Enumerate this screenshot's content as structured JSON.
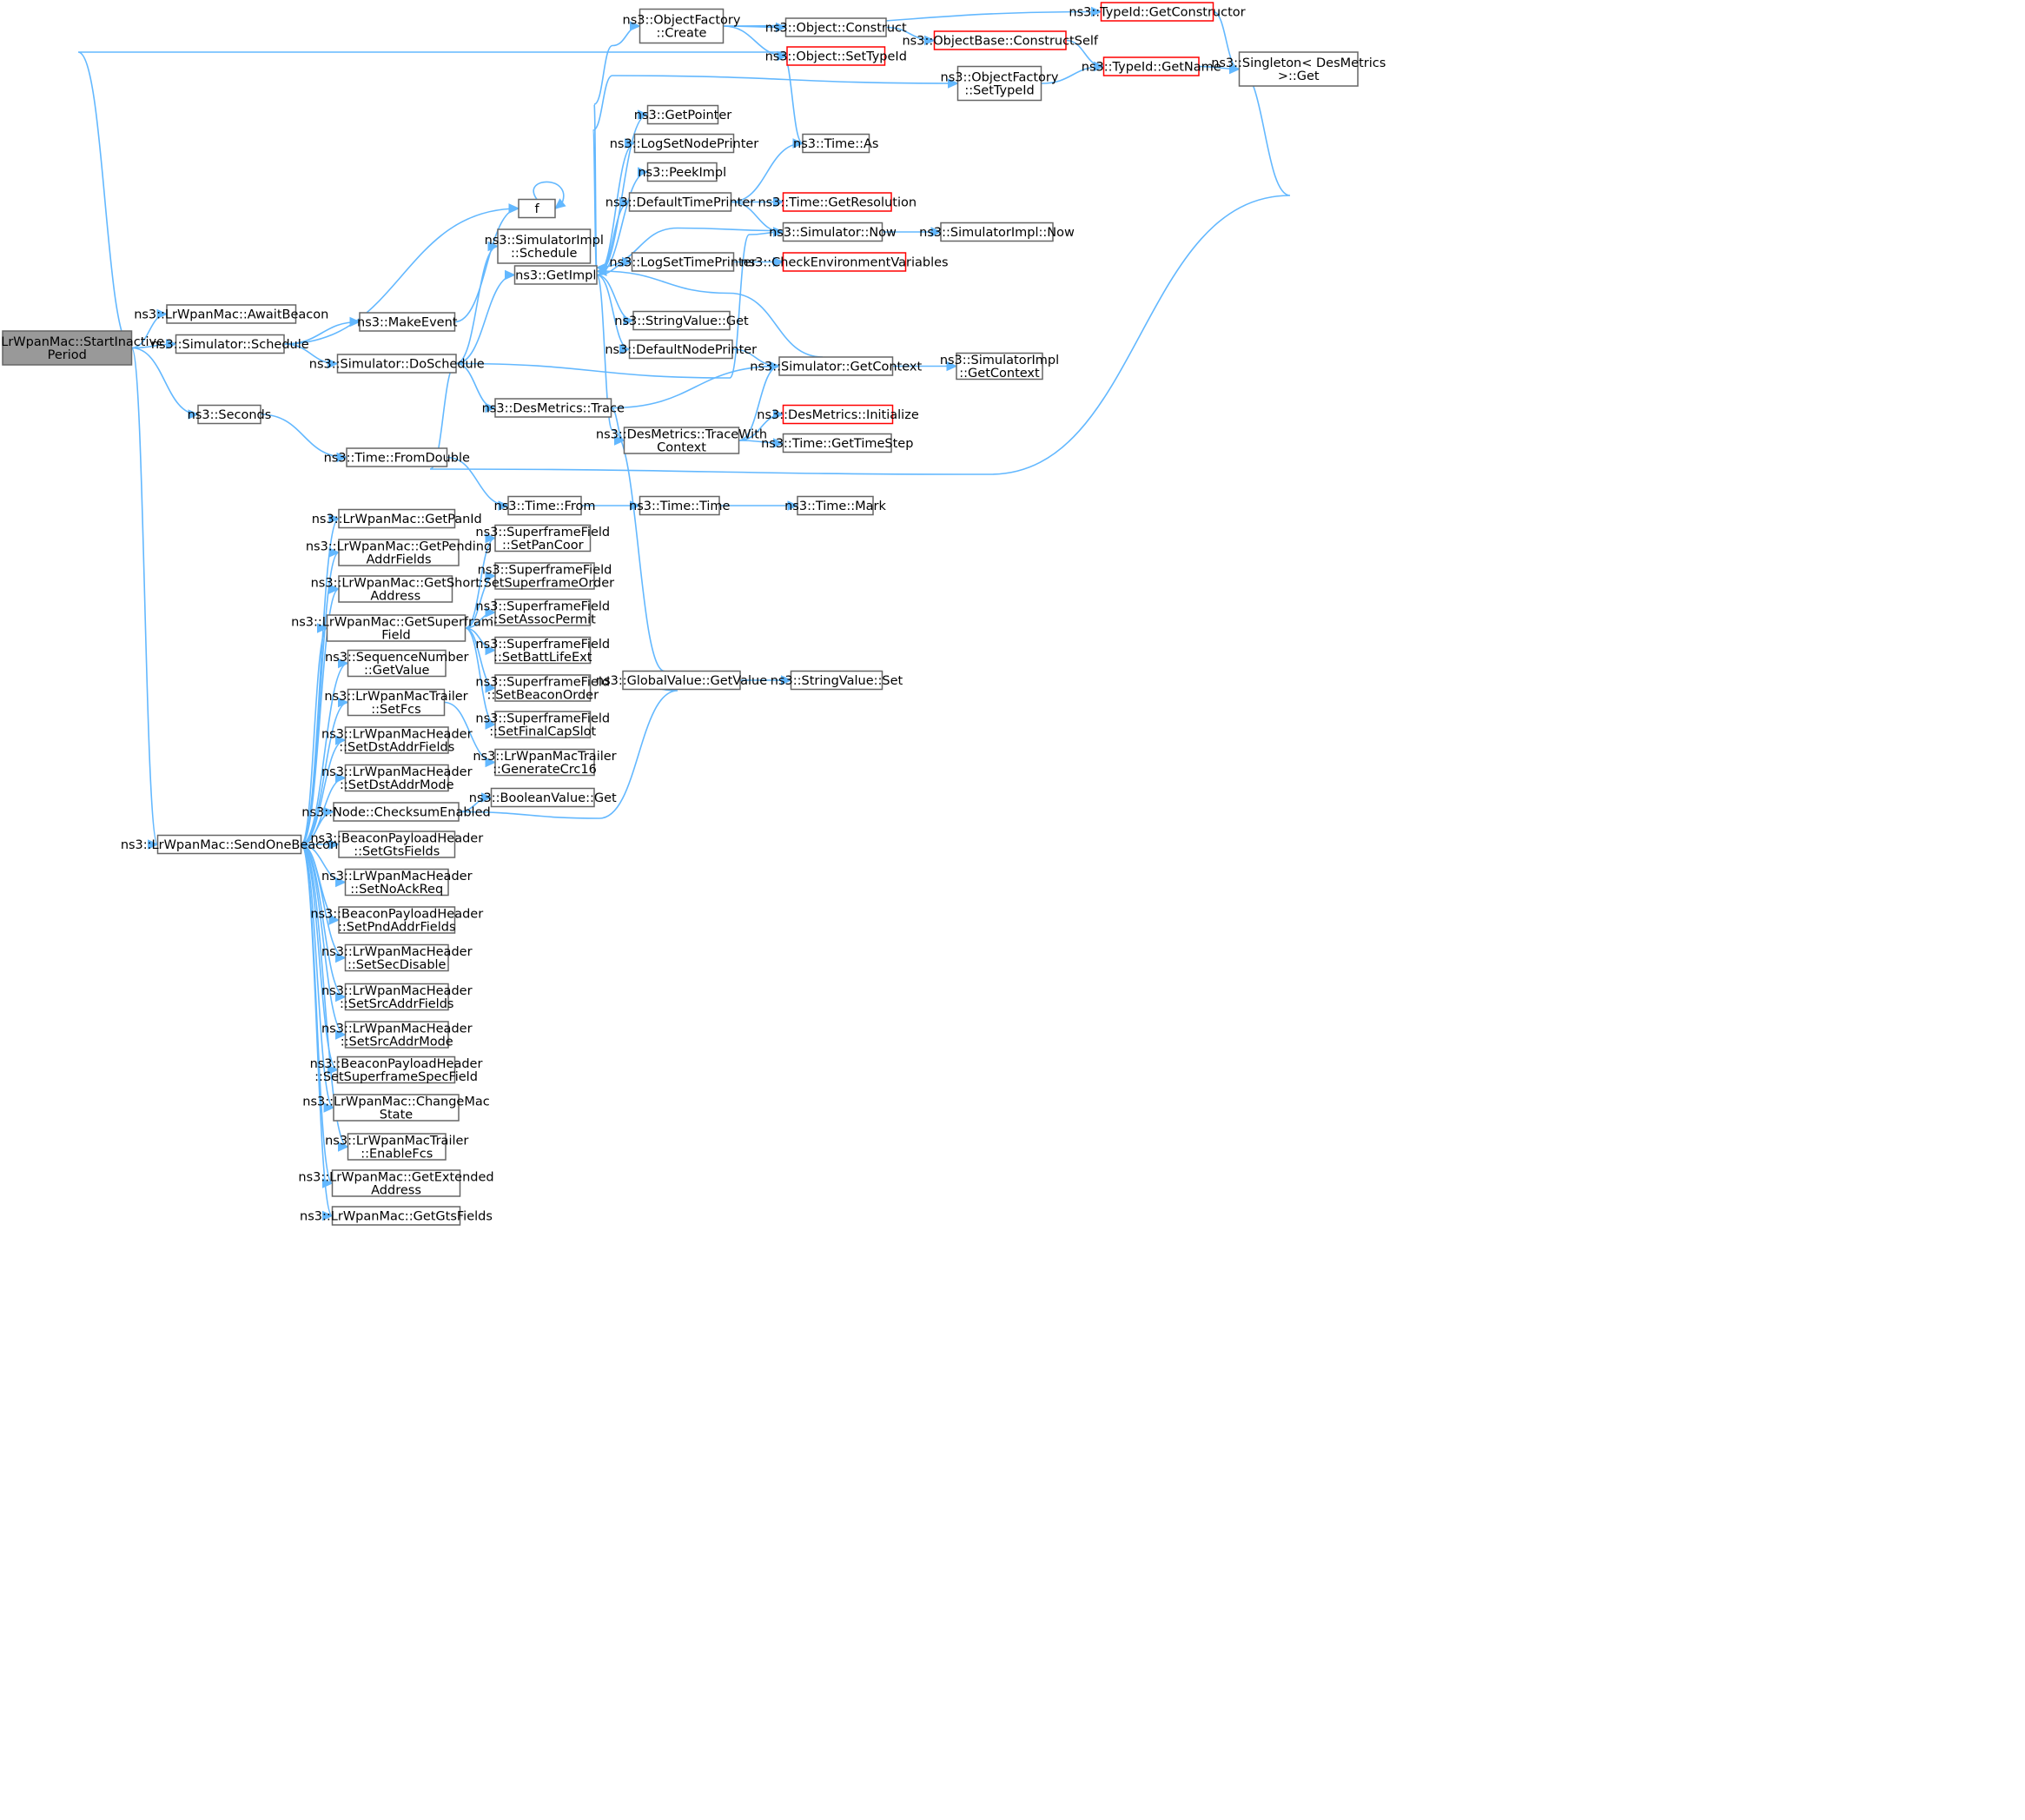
{
  "diagram": {
    "type": "call-graph",
    "colors": {
      "edge": "#63b8ff",
      "node_border": "#666666",
      "truncated_border": "#ff0000",
      "root_fill": "#999999",
      "node_fill": "#ffffff"
    },
    "nodes": [
      {
        "id": "root",
        "lines": [
          "ns3::LrWpanMac::StartInactive",
          "Period"
        ],
        "style": "root"
      },
      {
        "id": "awaitBeacon",
        "lines": [
          "ns3::LrWpanMac::AwaitBeacon"
        ]
      },
      {
        "id": "schedule",
        "lines": [
          "ns3::Simulator::Schedule"
        ]
      },
      {
        "id": "seconds",
        "lines": [
          "ns3::Seconds"
        ]
      },
      {
        "id": "sendOneBeacon",
        "lines": [
          "ns3::LrWpanMac::SendOneBeacon"
        ]
      },
      {
        "id": "f",
        "lines": [
          "f"
        ]
      },
      {
        "id": "makeEvent",
        "lines": [
          "ns3::MakeEvent"
        ]
      },
      {
        "id": "doSchedule",
        "lines": [
          "ns3::Simulator::DoSchedule"
        ]
      },
      {
        "id": "simImplSchedule",
        "lines": [
          "ns3::SimulatorImpl",
          "::Schedule"
        ]
      },
      {
        "id": "getImpl",
        "lines": [
          "ns3::GetImpl"
        ]
      },
      {
        "id": "desTrace",
        "lines": [
          "ns3::DesMetrics::Trace"
        ]
      },
      {
        "id": "fromDouble",
        "lines": [
          "ns3::Time::FromDouble"
        ]
      },
      {
        "id": "timeFrom",
        "lines": [
          "ns3::Time::From"
        ]
      },
      {
        "id": "timeTime",
        "lines": [
          "ns3::Time::Time"
        ]
      },
      {
        "id": "timeMark",
        "lines": [
          "ns3::Time::Mark"
        ]
      },
      {
        "id": "ofCreate",
        "lines": [
          "ns3::ObjectFactory",
          "::Create"
        ]
      },
      {
        "id": "objConstruct",
        "lines": [
          "ns3::Object::Construct"
        ]
      },
      {
        "id": "objSetTypeId",
        "lines": [
          "ns3::Object::SetTypeId"
        ],
        "style": "red"
      },
      {
        "id": "getConstructor",
        "lines": [
          "ns3::TypeId::GetConstructor"
        ],
        "style": "red"
      },
      {
        "id": "constructSelf",
        "lines": [
          "ns3::ObjectBase::ConstructSelf"
        ],
        "style": "red"
      },
      {
        "id": "ofSetTypeId",
        "lines": [
          "ns3::ObjectFactory",
          "::SetTypeId"
        ]
      },
      {
        "id": "typeIdGetName",
        "lines": [
          "ns3::TypeId::GetName"
        ],
        "style": "red"
      },
      {
        "id": "singletonGet",
        "lines": [
          "ns3::Singleton< DesMetrics",
          ">::Get"
        ]
      },
      {
        "id": "getPointer",
        "lines": [
          "ns3::GetPointer"
        ]
      },
      {
        "id": "logSetNodePrinter",
        "lines": [
          "ns3::LogSetNodePrinter"
        ]
      },
      {
        "id": "peekImpl",
        "lines": [
          "ns3::PeekImpl"
        ]
      },
      {
        "id": "defaultTimePrinter",
        "lines": [
          "ns3::DefaultTimePrinter"
        ]
      },
      {
        "id": "logSetTimePrinter",
        "lines": [
          "ns3::LogSetTimePrinter"
        ]
      },
      {
        "id": "stringValueGet",
        "lines": [
          "ns3::StringValue::Get"
        ]
      },
      {
        "id": "defaultNodePrinter",
        "lines": [
          "ns3::DefaultNodePrinter"
        ]
      },
      {
        "id": "timeAs",
        "lines": [
          "ns3::Time::As"
        ]
      },
      {
        "id": "getResolution",
        "lines": [
          "ns3::Time::GetResolution"
        ],
        "style": "red"
      },
      {
        "id": "simNow",
        "lines": [
          "ns3::Simulator::Now"
        ]
      },
      {
        "id": "simImplNow",
        "lines": [
          "ns3::SimulatorImpl::Now"
        ]
      },
      {
        "id": "checkEnv",
        "lines": [
          "ns3::CheckEnvironmentVariables"
        ],
        "style": "red"
      },
      {
        "id": "simGetContext",
        "lines": [
          "ns3::Simulator::GetContext"
        ]
      },
      {
        "id": "simImplGetContext",
        "lines": [
          "ns3::SimulatorImpl",
          "::GetContext"
        ]
      },
      {
        "id": "traceWithContext",
        "lines": [
          "ns3::DesMetrics::TraceWith",
          "Context"
        ]
      },
      {
        "id": "desInitialize",
        "lines": [
          "ns3::DesMetrics::Initialize"
        ],
        "style": "red"
      },
      {
        "id": "getTimeStep",
        "lines": [
          "ns3::Time::GetTimeStep"
        ]
      },
      {
        "id": "globalGetValue",
        "lines": [
          "ns3::GlobalValue::GetValue"
        ]
      },
      {
        "id": "stringValueSet",
        "lines": [
          "ns3::StringValue::Set"
        ]
      },
      {
        "id": "getPanId",
        "lines": [
          "ns3::LrWpanMac::GetPanId"
        ]
      },
      {
        "id": "getPendingAddrFields",
        "lines": [
          "ns3::LrWpanMac::GetPending",
          "AddrFields"
        ]
      },
      {
        "id": "getShortAddress",
        "lines": [
          "ns3::LrWpanMac::GetShort",
          "Address"
        ]
      },
      {
        "id": "getSuperframeField",
        "lines": [
          "ns3::LrWpanMac::GetSuperframe",
          "Field"
        ]
      },
      {
        "id": "seqGetValue",
        "lines": [
          "ns3::SequenceNumber",
          "::GetValue"
        ]
      },
      {
        "id": "trailerSetFcs",
        "lines": [
          "ns3::LrWpanMacTrailer",
          "::SetFcs"
        ]
      },
      {
        "id": "setDstAddrFields",
        "lines": [
          "ns3::LrWpanMacHeader",
          "::SetDstAddrFields"
        ]
      },
      {
        "id": "setDstAddrMode",
        "lines": [
          "ns3::LrWpanMacHeader",
          "::SetDstAddrMode"
        ]
      },
      {
        "id": "checksumEnabled",
        "lines": [
          "ns3::Node::ChecksumEnabled"
        ]
      },
      {
        "id": "setGtsFields",
        "lines": [
          "ns3::BeaconPayloadHeader",
          "::SetGtsFields"
        ]
      },
      {
        "id": "setNoAckReq",
        "lines": [
          "ns3::LrWpanMacHeader",
          "::SetNoAckReq"
        ]
      },
      {
        "id": "setPndAddrFields",
        "lines": [
          "ns3::BeaconPayloadHeader",
          "::SetPndAddrFields"
        ]
      },
      {
        "id": "setSecDisable",
        "lines": [
          "ns3::LrWpanMacHeader",
          "::SetSecDisable"
        ]
      },
      {
        "id": "setSrcAddrFields",
        "lines": [
          "ns3::LrWpanMacHeader",
          "::SetSrcAddrFields"
        ]
      },
      {
        "id": "setSrcAddrMode",
        "lines": [
          "ns3::LrWpanMacHeader",
          "::SetSrcAddrMode"
        ]
      },
      {
        "id": "setSuperframeSpecField",
        "lines": [
          "ns3::BeaconPayloadHeader",
          "::SetSuperframeSpecField"
        ]
      },
      {
        "id": "changeMacState",
        "lines": [
          "ns3::LrWpanMac::ChangeMac",
          "State"
        ]
      },
      {
        "id": "enableFcs",
        "lines": [
          "ns3::LrWpanMacTrailer",
          "::EnableFcs"
        ]
      },
      {
        "id": "getExtendedAddress",
        "lines": [
          "ns3::LrWpanMac::GetExtended",
          "Address"
        ]
      },
      {
        "id": "getGtsFields",
        "lines": [
          "ns3::LrWpanMac::GetGtsFields"
        ]
      },
      {
        "id": "sfSetPanCoor",
        "lines": [
          "ns3::SuperframeField",
          "::SetPanCoor"
        ]
      },
      {
        "id": "sfSetSuperframeOrder",
        "lines": [
          "ns3::SuperframeField",
          "::SetSuperframeOrder"
        ]
      },
      {
        "id": "sfSetAssocPermit",
        "lines": [
          "ns3::SuperframeField",
          "::SetAssocPermit"
        ]
      },
      {
        "id": "sfSetBattLifeExt",
        "lines": [
          "ns3::SuperframeField",
          "::SetBattLifeExt"
        ]
      },
      {
        "id": "sfSetBeaconOrder",
        "lines": [
          "ns3::SuperframeField",
          "::SetBeaconOrder"
        ]
      },
      {
        "id": "sfSetFinalCapSlot",
        "lines": [
          "ns3::SuperframeField",
          "::SetFinalCapSlot"
        ]
      },
      {
        "id": "generateCrc16",
        "lines": [
          "ns3::LrWpanMacTrailer",
          "::GenerateCrc16"
        ]
      },
      {
        "id": "booleanValueGet",
        "lines": [
          "ns3::BooleanValue::Get"
        ]
      }
    ],
    "edges": [
      [
        "root",
        "awaitBeacon"
      ],
      [
        "root",
        "schedule"
      ],
      [
        "root",
        "seconds"
      ],
      [
        "root",
        "sendOneBeacon"
      ],
      [
        "root",
        "timeAs"
      ],
      [
        "schedule",
        "f"
      ],
      [
        "schedule",
        "makeEvent"
      ],
      [
        "schedule",
        "doSchedule"
      ],
      [
        "makeEvent",
        "f"
      ],
      [
        "f",
        "f"
      ],
      [
        "doSchedule",
        "simImplSchedule"
      ],
      [
        "doSchedule",
        "getImpl"
      ],
      [
        "doSchedule",
        "desTrace"
      ],
      [
        "doSchedule",
        "simNow"
      ],
      [
        "doSchedule",
        "singletonGet"
      ],
      [
        "getImpl",
        "ofCreate"
      ],
      [
        "getImpl",
        "ofSetTypeId"
      ],
      [
        "getImpl",
        "getPointer"
      ],
      [
        "getImpl",
        "logSetNodePrinter"
      ],
      [
        "getImpl",
        "peekImpl"
      ],
      [
        "getImpl",
        "defaultTimePrinter"
      ],
      [
        "getImpl",
        "logSetTimePrinter"
      ],
      [
        "getImpl",
        "stringValueGet"
      ],
      [
        "getImpl",
        "defaultNodePrinter"
      ],
      [
        "getImpl",
        "globalGetValue"
      ],
      [
        "ofCreate",
        "getConstructor"
      ],
      [
        "ofCreate",
        "objConstruct"
      ],
      [
        "ofCreate",
        "objSetTypeId"
      ],
      [
        "objConstruct",
        "constructSelf"
      ],
      [
        "constructSelf",
        "typeIdGetName"
      ],
      [
        "ofSetTypeId",
        "typeIdGetName"
      ],
      [
        "getConstructor",
        "singletonGet"
      ],
      [
        "typeIdGetName",
        "singletonGet"
      ],
      [
        "defaultTimePrinter",
        "timeAs"
      ],
      [
        "defaultTimePrinter",
        "getResolution"
      ],
      [
        "defaultTimePrinter",
        "simNow"
      ],
      [
        "simNow",
        "getImpl"
      ],
      [
        "simNow",
        "simImplNow"
      ],
      [
        "logSetTimePrinter",
        "checkEnv"
      ],
      [
        "defaultNodePrinter",
        "simGetContext"
      ],
      [
        "simGetContext",
        "getImpl"
      ],
      [
        "simGetContext",
        "simImplGetContext"
      ],
      [
        "desTrace",
        "simGetContext"
      ],
      [
        "desTrace",
        "traceWithContext"
      ],
      [
        "traceWithContext",
        "simGetContext"
      ],
      [
        "traceWithContext",
        "desInitialize"
      ],
      [
        "traceWithContext",
        "getTimeStep"
      ],
      [
        "seconds",
        "fromDouble"
      ],
      [
        "fromDouble",
        "timeFrom"
      ],
      [
        "timeFrom",
        "timeTime"
      ],
      [
        "timeTime",
        "timeMark"
      ],
      [
        "globalGetValue",
        "stringValueSet"
      ],
      [
        "sendOneBeacon",
        "getPanId"
      ],
      [
        "sendOneBeacon",
        "getPendingAddrFields"
      ],
      [
        "sendOneBeacon",
        "getShortAddress"
      ],
      [
        "sendOneBeacon",
        "getSuperframeField"
      ],
      [
        "sendOneBeacon",
        "seqGetValue"
      ],
      [
        "sendOneBeacon",
        "trailerSetFcs"
      ],
      [
        "sendOneBeacon",
        "setDstAddrFields"
      ],
      [
        "sendOneBeacon",
        "setDstAddrMode"
      ],
      [
        "sendOneBeacon",
        "checksumEnabled"
      ],
      [
        "sendOneBeacon",
        "setGtsFields"
      ],
      [
        "sendOneBeacon",
        "setNoAckReq"
      ],
      [
        "sendOneBeacon",
        "setPndAddrFields"
      ],
      [
        "sendOneBeacon",
        "setSecDisable"
      ],
      [
        "sendOneBeacon",
        "setSrcAddrFields"
      ],
      [
        "sendOneBeacon",
        "setSrcAddrMode"
      ],
      [
        "sendOneBeacon",
        "setSuperframeSpecField"
      ],
      [
        "sendOneBeacon",
        "changeMacState"
      ],
      [
        "sendOneBeacon",
        "enableFcs"
      ],
      [
        "sendOneBeacon",
        "getExtendedAddress"
      ],
      [
        "sendOneBeacon",
        "getGtsFields"
      ],
      [
        "getSuperframeField",
        "sfSetPanCoor"
      ],
      [
        "getSuperframeField",
        "sfSetSuperframeOrder"
      ],
      [
        "getSuperframeField",
        "sfSetAssocPermit"
      ],
      [
        "getSuperframeField",
        "sfSetBattLifeExt"
      ],
      [
        "getSuperframeField",
        "sfSetBeaconOrder"
      ],
      [
        "getSuperframeField",
        "sfSetFinalCapSlot"
      ],
      [
        "trailerSetFcs",
        "generateCrc16"
      ],
      [
        "checksumEnabled",
        "booleanValueGet"
      ],
      [
        "checksumEnabled",
        "globalGetValue"
      ]
    ]
  }
}
